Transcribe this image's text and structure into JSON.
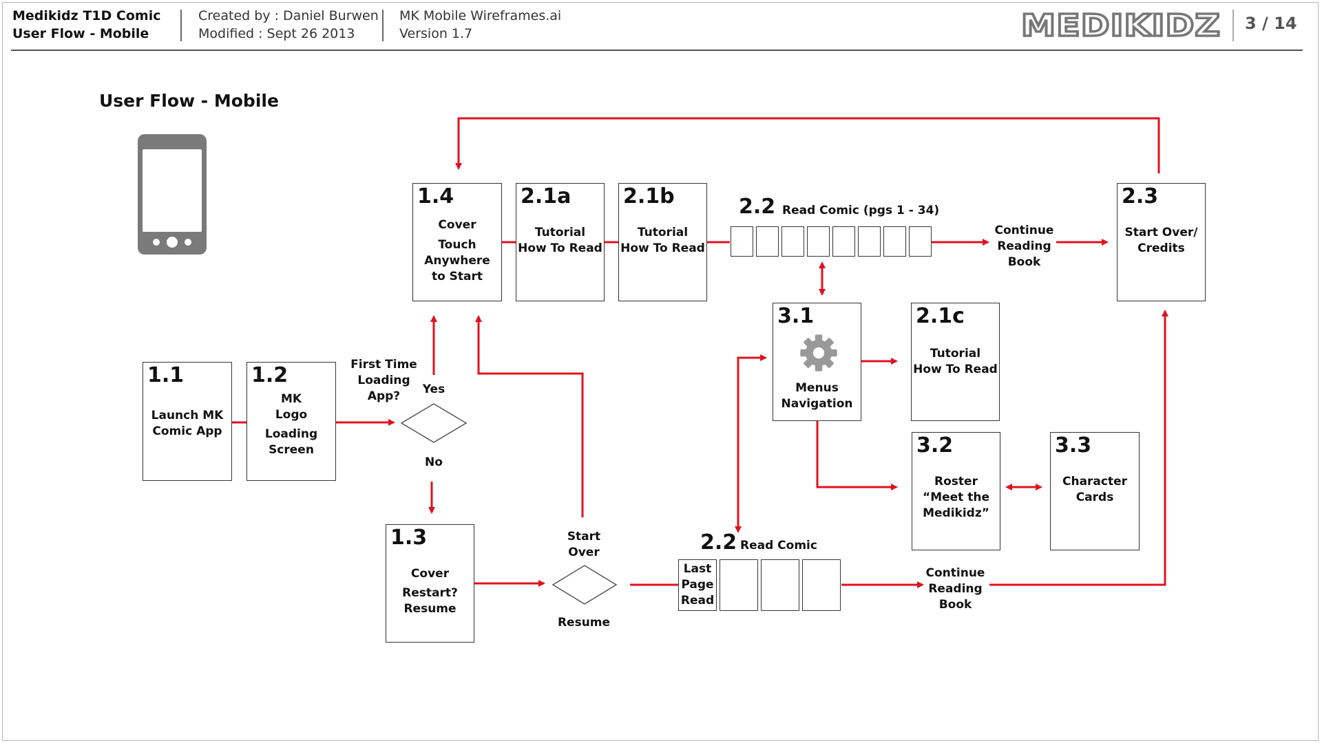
{
  "header": {
    "project_line1": "Medikidz T1D Comic",
    "project_line2": "User Flow - Mobile",
    "created": "Created by : Daniel Burwen",
    "modified": "Modified : Sept 26 2013",
    "file": "MK Mobile Wireframes.ai",
    "version": "Version 1.7",
    "logo_text": "MEDIKIDZ",
    "page": "3 / 14"
  },
  "page_title": "User Flow - Mobile",
  "device_icon": "smartphone-icon",
  "colors": {
    "accent": "#e0121d",
    "border": "#333333",
    "logo": "#777777",
    "phone": "#7a7a7a"
  },
  "nodes": {
    "n1_1": {
      "num": "1.1",
      "label": "Launch MK\nComic App"
    },
    "n1_2": {
      "num": "1.2",
      "label": "MK\nLogo",
      "label2": "Loading\nScreen"
    },
    "n1_3": {
      "num": "1.3",
      "label": "Cover",
      "label2": "Restart?\nResume"
    },
    "n1_4": {
      "num": "1.4",
      "label": "Cover",
      "label2": "Touch\nAnywhere\nto Start"
    },
    "n2_1a": {
      "num": "2.1a",
      "label": "Tutorial\nHow To Read"
    },
    "n2_1b": {
      "num": "2.1b",
      "label": "Tutorial\nHow To Read"
    },
    "n2_1c": {
      "num": "2.1c",
      "label": "Tutorial\nHow To Read"
    },
    "n2_3": {
      "num": "2.3",
      "label": "Start Over/\nCredits"
    },
    "n3_1": {
      "num": "3.1",
      "label": "Menus\nNavigation",
      "icon": "gear-icon"
    },
    "n3_2": {
      "num": "3.2",
      "label": "Roster\n“Meet the\nMedikidz”"
    },
    "n3_3": {
      "num": "3.3",
      "label": "Character\nCards"
    }
  },
  "read_comic_top": {
    "num": "2.2",
    "label": "Read Comic (pgs 1 - 34)"
  },
  "read_comic_bottom": {
    "num": "2.2",
    "label": "Read Comic",
    "first_page": "Last\nPage\nRead"
  },
  "decisions": {
    "first_time": {
      "question": "First Time\nLoading\nApp?",
      "yes": "Yes",
      "no": "No"
    },
    "start_over": {
      "top": "Start\nOver",
      "bottom": "Resume"
    }
  },
  "continue_top": "Continue\nReading\nBook",
  "continue_bottom": "Continue\nReading\nBook"
}
